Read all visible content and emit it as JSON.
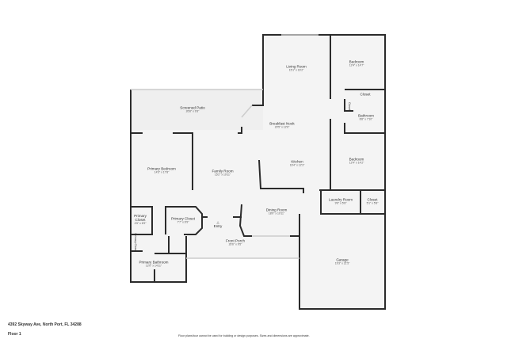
{
  "rooms": [
    {
      "name": "Living Room",
      "dim": "15'1\" x 16'2\""
    },
    {
      "name": "Bedroom",
      "dim": "12'4\" x 14'7\""
    },
    {
      "name": "Closet",
      "dim": ""
    },
    {
      "name": "Closet",
      "dim": ""
    },
    {
      "name": "Bathroom",
      "dim": "8'8\" x 7'10\""
    },
    {
      "name": "Screened Patio",
      "dim": "26'8\" x 9'3\""
    },
    {
      "name": "Breakfast Nook",
      "dim": "20'5\" x 12'6\""
    },
    {
      "name": "Bedroom",
      "dim": "12'4\" x 14'2\""
    },
    {
      "name": "Kitchen",
      "dim": "16'4\" x 12'3\""
    },
    {
      "name": "Primary Bedroom",
      "dim": "14'3\" x 17'8\""
    },
    {
      "name": "Family Room",
      "dim": "15'2\" x 19'11\""
    },
    {
      "name": "Laundry Room",
      "dim": "9'6\" x 5'8\""
    },
    {
      "name": "Closet",
      "dim": "5'1\" x 5'8\""
    },
    {
      "name": "Dining Room",
      "dim": "18'9\" x 10'11\""
    },
    {
      "name": "Primary Closet",
      "dim": "4'5\" x 6'9\""
    },
    {
      "name": "Primary Closet",
      "dim": "7'7\" x 6'9\""
    },
    {
      "name": "Entry",
      "dim": ""
    },
    {
      "name": "Front Porch",
      "dim": "26'6\" x 9'5\""
    },
    {
      "name": "Primary Closet",
      "dim": ""
    },
    {
      "name": "Primary Bathroom",
      "dim": "12'0\" x 14'11\""
    },
    {
      "name": "Garage",
      "dim": "19'3\" x 21'5\""
    }
  ],
  "footer": {
    "address": "4392 Skyway Ave, North Port, FL 34288",
    "floor": "Floor 1",
    "disclaimer": "Floor plans/tour cannot be used for building or design purposes. Sizes and dimensions are approximate."
  },
  "colors": {
    "wall": "#2b2b2b",
    "floor": "#f4f4f4"
  }
}
